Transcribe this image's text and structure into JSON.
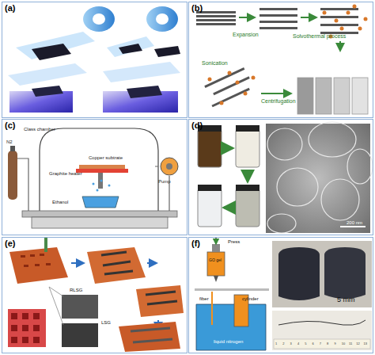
{
  "diagram": {
    "nodes": [
      {
        "text": [
          "(a)"
        ]
      },
      {
        "text": [
          "(b)"
        ]
      },
      {
        "text": [
          "(c)"
        ]
      },
      {
        "text": [
          "(d)"
        ]
      },
      {
        "text": [
          "(e)"
        ]
      },
      {
        "text": [
          "(f)"
        ]
      }
    ],
    "labels": [
      "Expansion",
      "Solvothermal process",
      "Sonication",
      "Centrifugation",
      "Class chamber",
      "Copper subtrate",
      "Graphite heater",
      "Ethanol",
      "N2",
      "Pump",
      "200 nm",
      "RLSG",
      "LSG",
      "Press",
      "GO gel",
      "fiber",
      "cylinder",
      "liquid nitrogen",
      "5 mm",
      "1",
      "2",
      "3",
      "4",
      "5",
      "6",
      "7",
      "8",
      "9",
      "10",
      "11",
      "12",
      "13"
    ]
  }
}
